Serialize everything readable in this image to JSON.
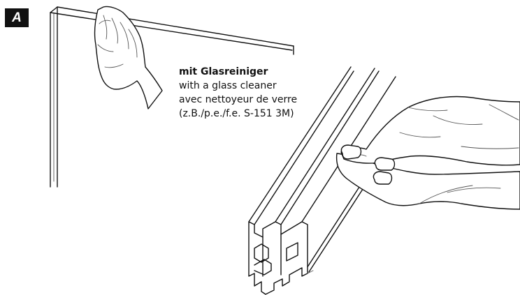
{
  "step": {
    "label": "A"
  },
  "caption": {
    "title": "mit Glasreiniger",
    "line_en": "with a glass cleaner",
    "line_fr": "avec nettoyeur de verre",
    "line_example": "(z.B./p.e./f.e. S-151 3M)"
  },
  "colors": {
    "ink": "#111111",
    "background": "#ffffff"
  }
}
